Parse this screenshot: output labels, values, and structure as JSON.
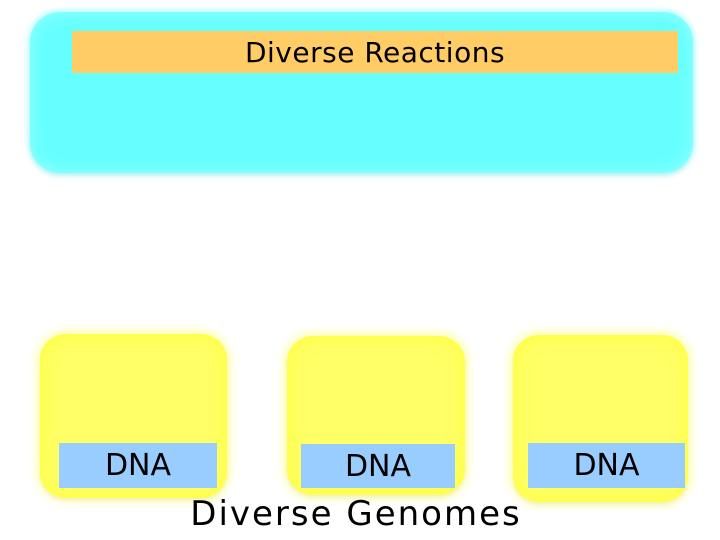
{
  "slide": {
    "background_color": "#ffffff",
    "text_color": "#000000",
    "reactions_panel": {
      "fill_color": "#66ffff",
      "title_bar_fill_color": "#ffcc66",
      "title": "Diverse Reactions"
    },
    "genome_boxes": {
      "fill_color": "#ffff66",
      "dna_bar_fill_color": "#99ccff",
      "items": [
        {
          "label": "DNA"
        },
        {
          "label": "DNA"
        },
        {
          "label": "DNA"
        }
      ]
    },
    "caption": "Diverse Genomes"
  }
}
